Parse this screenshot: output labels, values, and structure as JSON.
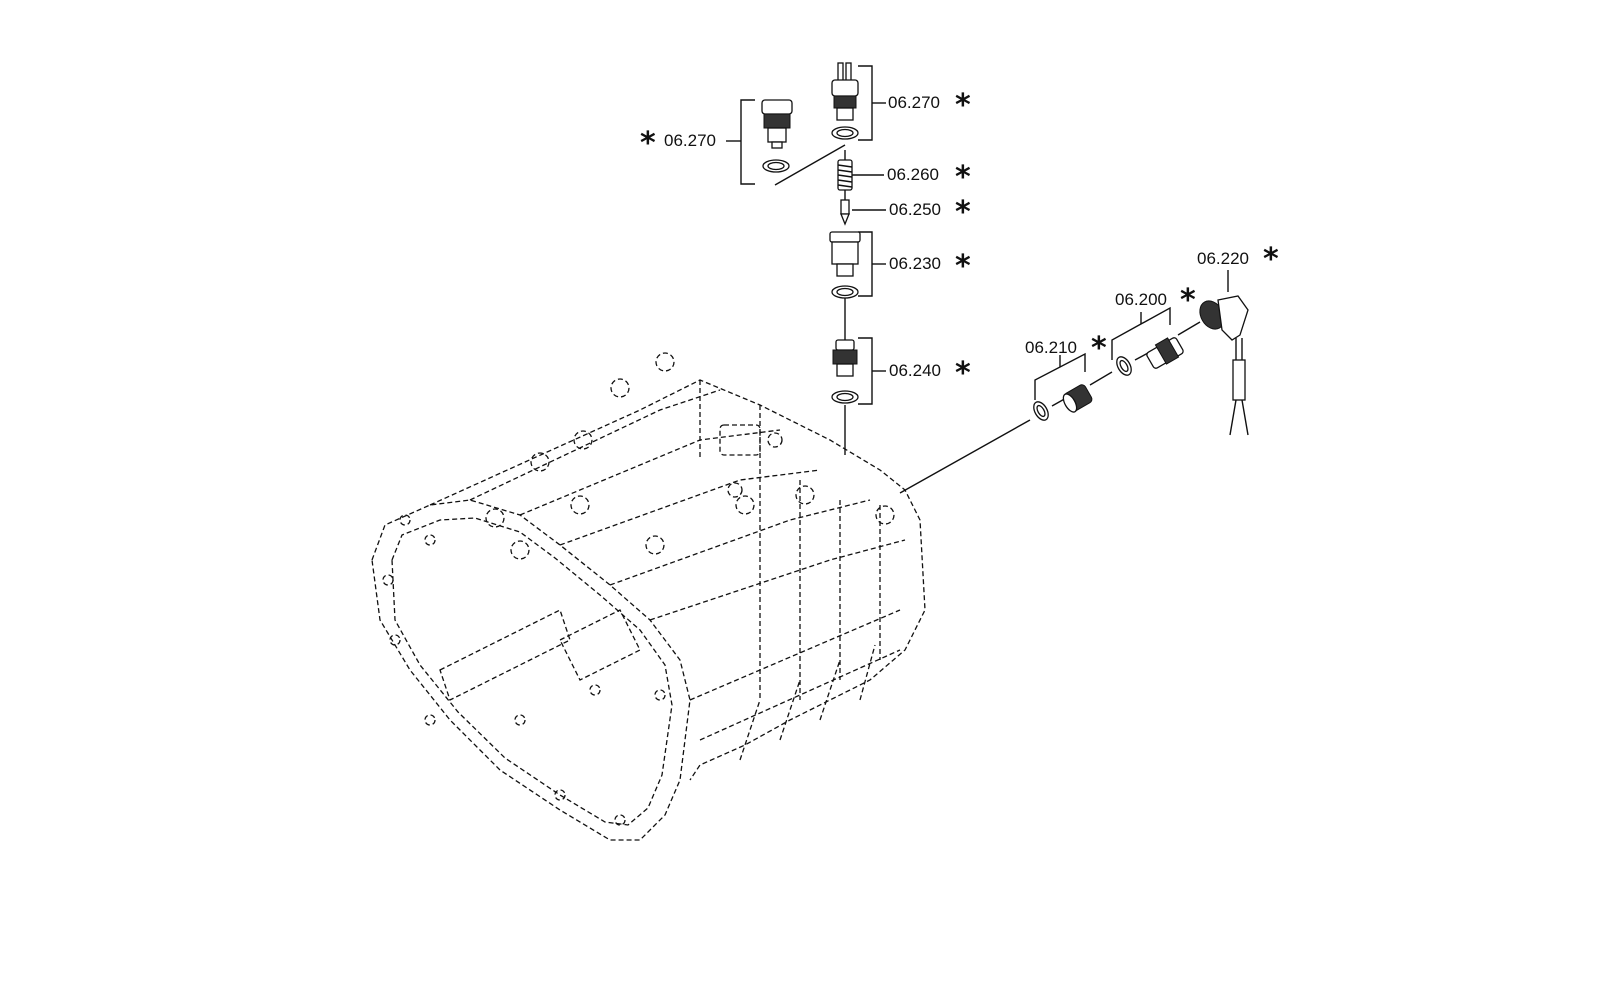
{
  "callouts": [
    {
      "id": "c1",
      "label": "06.270",
      "marker": "*"
    },
    {
      "id": "c2",
      "label": "06.270",
      "marker": "*"
    },
    {
      "id": "c3",
      "label": "06.260",
      "marker": "*"
    },
    {
      "id": "c4",
      "label": "06.250",
      "marker": "*"
    },
    {
      "id": "c5",
      "label": "06.230",
      "marker": "*"
    },
    {
      "id": "c6",
      "label": "06.240",
      "marker": "*"
    },
    {
      "id": "c7",
      "label": "06.220",
      "marker": "*"
    },
    {
      "id": "c8",
      "label": "06.200",
      "marker": "*"
    },
    {
      "id": "c9",
      "label": "06.210",
      "marker": "*"
    }
  ]
}
